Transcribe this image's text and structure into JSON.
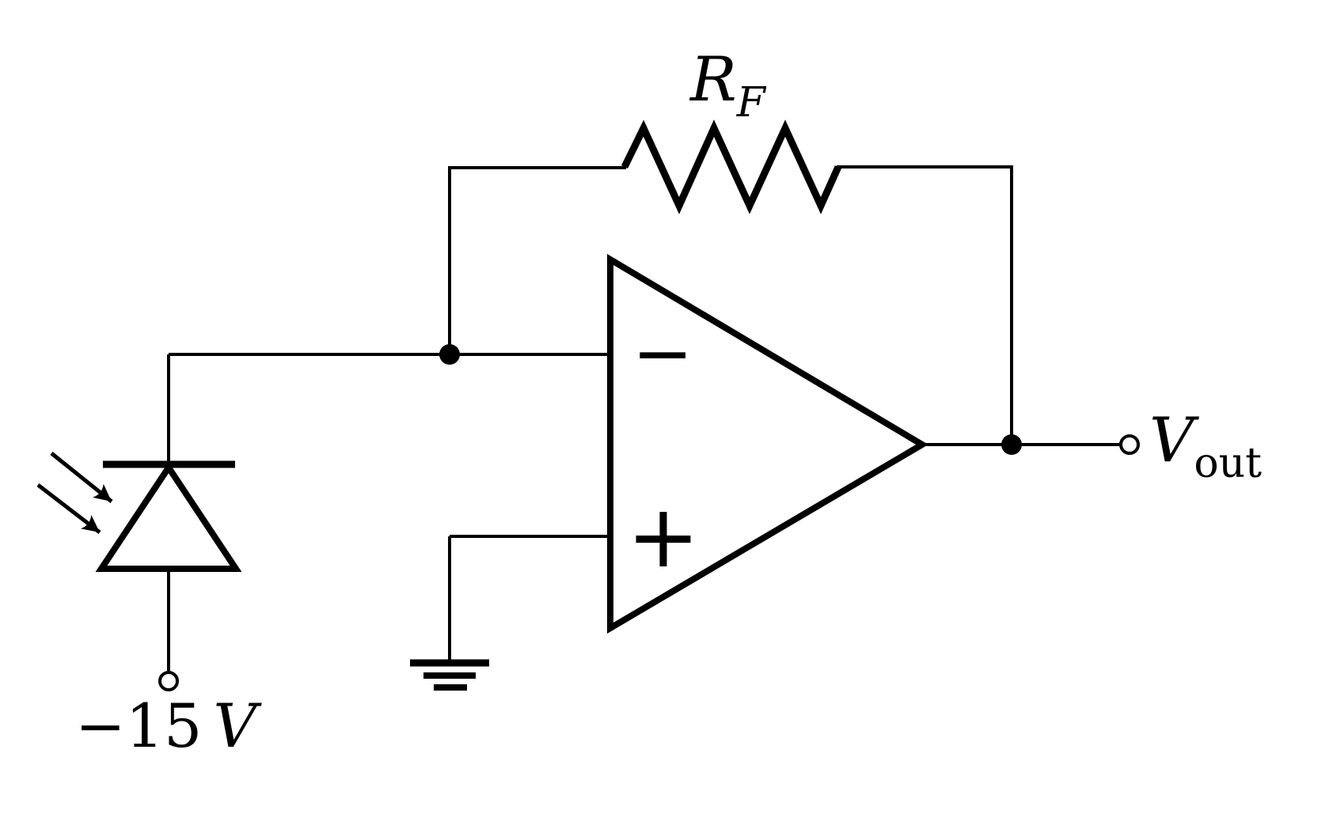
{
  "diagram_type": "op-amp photodiode transimpedance amplifier circuit",
  "colors": {
    "ink": "#000000",
    "background": "#ffffff"
  },
  "labels": {
    "feedback_resistor": {
      "base": "R",
      "subscript": "F"
    },
    "output": {
      "base": "V",
      "subscript": "out"
    },
    "negative_supply": {
      "value": "−15",
      "unit": "V"
    },
    "opamp": {
      "inverting": "−",
      "noninverting": "+"
    }
  }
}
